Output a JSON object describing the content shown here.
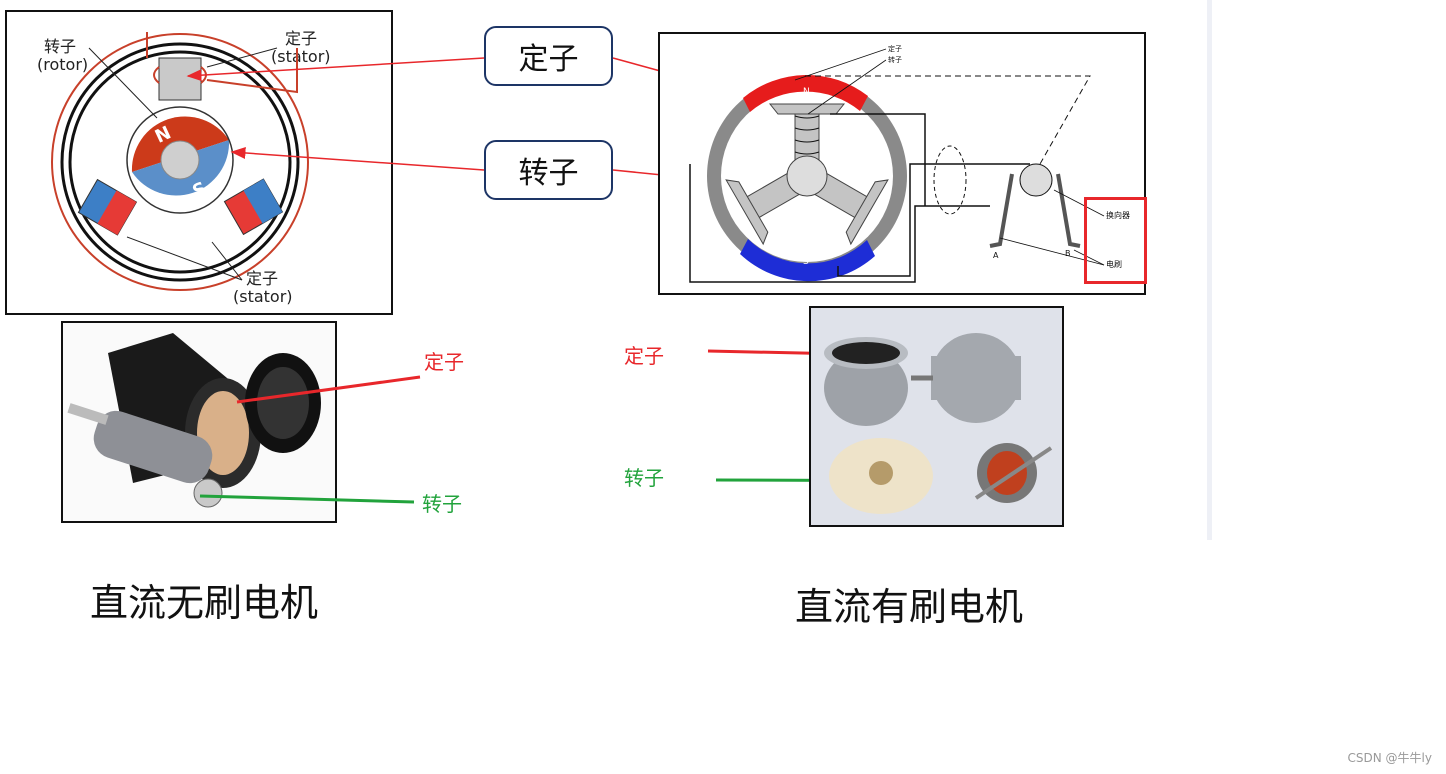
{
  "callouts": {
    "stator": "定子",
    "rotor": "转子"
  },
  "bldc_diagram": {
    "rotor_label_cn": "转子",
    "rotor_label_en": "(rotor)",
    "stator_top_cn": "定子",
    "stator_top_en": "(stator)",
    "stator_bottom_cn": "定子",
    "stator_bottom_en": "(stator)",
    "pole_n": "N",
    "pole_s": "S"
  },
  "brushed_diagram": {
    "stator_label": "定子",
    "rotor_label": "转子",
    "pole_n": "N",
    "pole_s": "S",
    "commutator_label": "换向器",
    "brush_label": "电刷",
    "brush_a": "A",
    "brush_b": "B"
  },
  "photo_labels": {
    "left_stator": "定子",
    "left_rotor": "转子",
    "right_stator": "定子",
    "right_rotor": "转子"
  },
  "captions": {
    "left": "直流无刷电机",
    "right": "直流有刷电机"
  },
  "watermark": "CSDN @牛牛ly",
  "colors": {
    "red": "#e8272b",
    "green": "#22a33c",
    "highlight_box": "#e8272b",
    "callout_border": "#1d3566"
  }
}
